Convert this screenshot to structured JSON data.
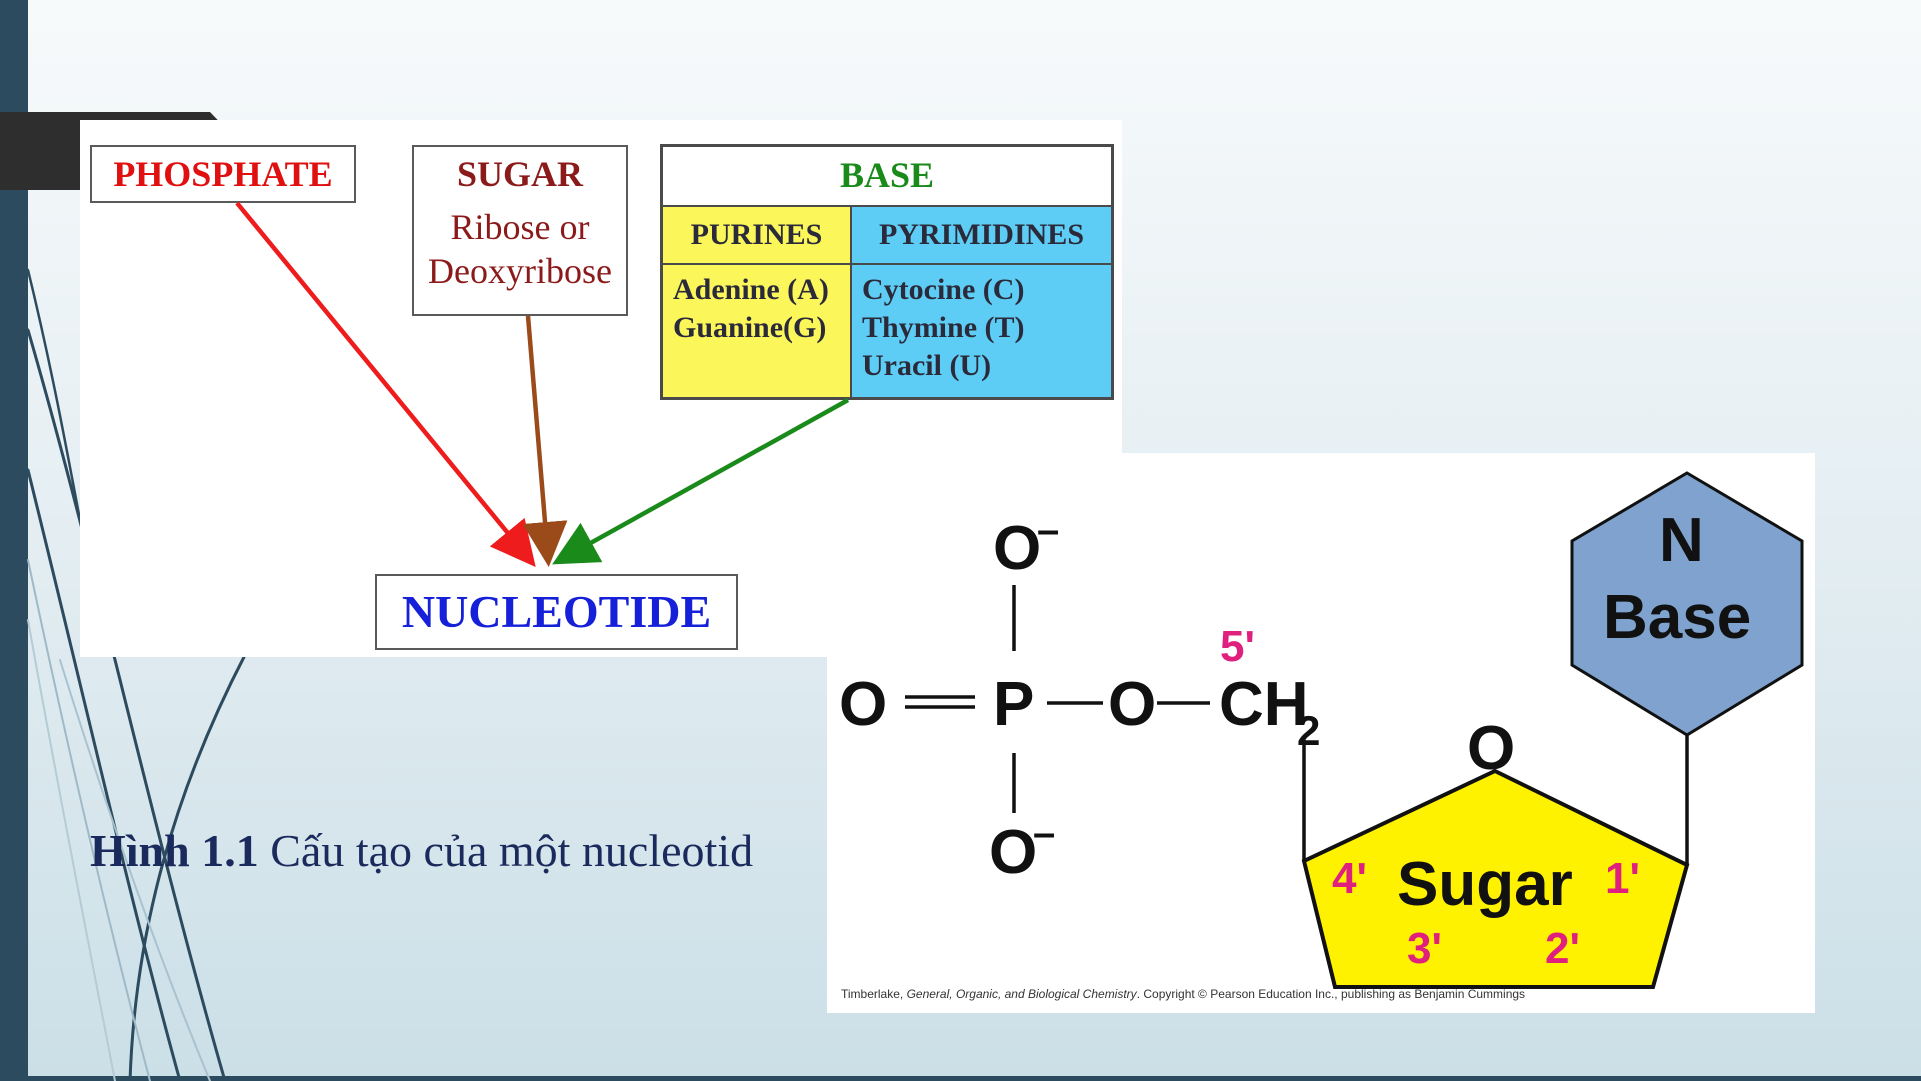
{
  "nucleotide_diagram": {
    "phosphate_label": "PHOSPHATE",
    "sugar": {
      "title": "SUGAR",
      "line1": "Ribose or",
      "line2": "Deoxyribose"
    },
    "base": {
      "title": "BASE",
      "purines": {
        "header": "PURINES",
        "items": [
          "Adenine (A)",
          "Guanine(G)"
        ]
      },
      "pyrimidines": {
        "header": "PYRIMIDINES",
        "items": [
          "Cytocine (C)",
          "Thymine (T)",
          "Uracil (U)"
        ]
      }
    },
    "result_label": "NUCLEOTIDE",
    "colors": {
      "phosphate": "#e01010",
      "sugar": "#8b1a1a",
      "base": "#1a8a1a",
      "nucleotide": "#1520d8",
      "purines_bg": "#fbf65a",
      "pyrimidines_bg": "#5ecdf5"
    }
  },
  "structure_diagram": {
    "atoms": {
      "o_top": "O",
      "o_bottom": "O",
      "o_left": "O",
      "p": "P",
      "o_bridge": "O",
      "ch": "CH",
      "sub2": "2",
      "o_ring": "O",
      "charge": "–"
    },
    "position_labels": {
      "c5": "5'",
      "c4": "4'",
      "c1": "1'",
      "c3": "3'",
      "c2": "2'"
    },
    "sugar_label": "Sugar",
    "base_n": "N",
    "base_label": "Base",
    "colors": {
      "sugar_fill": "#fff200",
      "base_fill": "#7fa2cf",
      "position_label": "#e0207f"
    },
    "credit": {
      "prefix": "Timberlake, ",
      "title": "General, Organic, and Biological Chemistry",
      "suffix": ". Copyright © Pearson Education Inc., publishing as Benjamin Cummings"
    }
  },
  "caption": {
    "bold": "Hình 1.1",
    "text": " Cấu tạo của một nucleotid"
  }
}
